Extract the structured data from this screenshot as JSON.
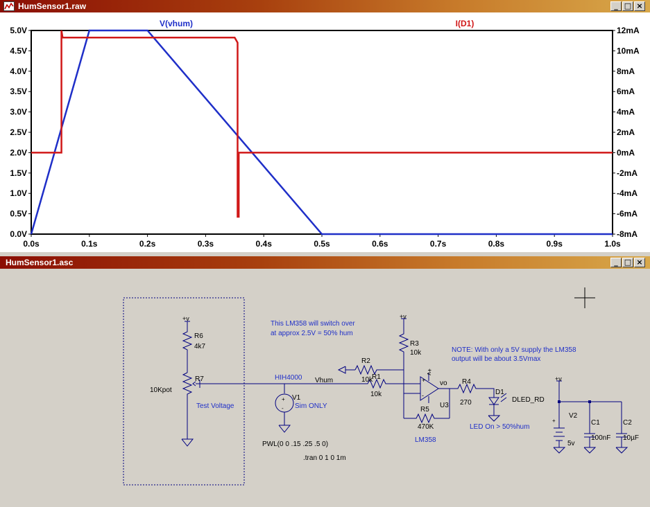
{
  "plot_window": {
    "title": "HumSensor1.raw",
    "buttons": {
      "minimize": "_",
      "maximize": "□",
      "close": "×"
    }
  },
  "schematic_window": {
    "title": "HumSensor1.asc",
    "buttons": {
      "minimize": "_",
      "maximize": "□",
      "close": "×"
    }
  },
  "chart_data": {
    "type": "line",
    "x_ticks": [
      "0.0s",
      "0.1s",
      "0.2s",
      "0.3s",
      "0.4s",
      "0.5s",
      "0.6s",
      "0.7s",
      "0.8s",
      "0.9s",
      "1.0s"
    ],
    "y_left_ticks": [
      "5.0V",
      "4.5V",
      "4.0V",
      "3.5V",
      "3.0V",
      "2.5V",
      "2.0V",
      "1.5V",
      "1.0V",
      "0.5V",
      "0.0V"
    ],
    "y_right_ticks": [
      "12mA",
      "10mA",
      "8mA",
      "6mA",
      "4mA",
      "2mA",
      "0mA",
      "-2mA",
      "-4mA",
      "-6mA",
      "-8mA"
    ],
    "xlim": [
      0,
      1.0
    ],
    "ylim_left": [
      0,
      5.0
    ],
    "ylim_right": [
      -8,
      12
    ],
    "series": [
      {
        "name": "V(vhum)",
        "axis": "left",
        "color": "#1f2fc8",
        "x": [
          0,
          0.1,
          0.2,
          0.5,
          1.0
        ],
        "y": [
          0,
          5.0,
          5.0,
          0,
          0
        ]
      },
      {
        "name": "I(D1)",
        "axis": "right",
        "color": "#d01818",
        "x": [
          0,
          0.052,
          0.052,
          0.054,
          0.057,
          0.35,
          0.355,
          0.355,
          0.357,
          0.357,
          1.0
        ],
        "y": [
          0,
          0,
          12,
          11.3,
          11.3,
          11.3,
          10.8,
          -6.3,
          -6.3,
          0,
          0
        ]
      }
    ]
  },
  "schematic": {
    "labels": {
      "r6_name": "R6",
      "r6_value": "4k7",
      "r7_name": "R7",
      "r7_value": "10Kpot",
      "test_voltage": "Test Voltage",
      "sensor_name": "HIH4000",
      "net_vhum": "Vhum",
      "v1_name": "V1",
      "v1_value": "Sim ONLY",
      "pwl": "PWL(0 0 .15 .25 .5 0)",
      "tran": ".tran 0 1 0 1m",
      "r1_name": "R1",
      "r1_value": "10k",
      "r2_name": "R2",
      "r2_value": "10k",
      "r3_name": "R3",
      "r3_value": "10k",
      "r4_name": "R4",
      "r4_value": "270",
      "r5_name": "R5",
      "r5_value": "470K",
      "u3_name": "U3",
      "u3_value": "LM358",
      "net_vo": "vo",
      "d1_name": "D1",
      "d1_value": "DLED_RD",
      "led_note": "LED On > 50%hum",
      "v2_name": "V2",
      "v2_value": "5v",
      "c1_name": "C1",
      "c1_value": "100nF",
      "c2_name": "C2",
      "c2_value": "10µF",
      "supply_plus": "+v",
      "comment1_line1": "This LM358 will switch over",
      "comment1_line2": "at approx 2.5V = 50% hum",
      "comment2_line1": "NOTE: With only a 5V supply the LM358",
      "comment2_line2": "output will be about 3.5Vmax"
    }
  }
}
